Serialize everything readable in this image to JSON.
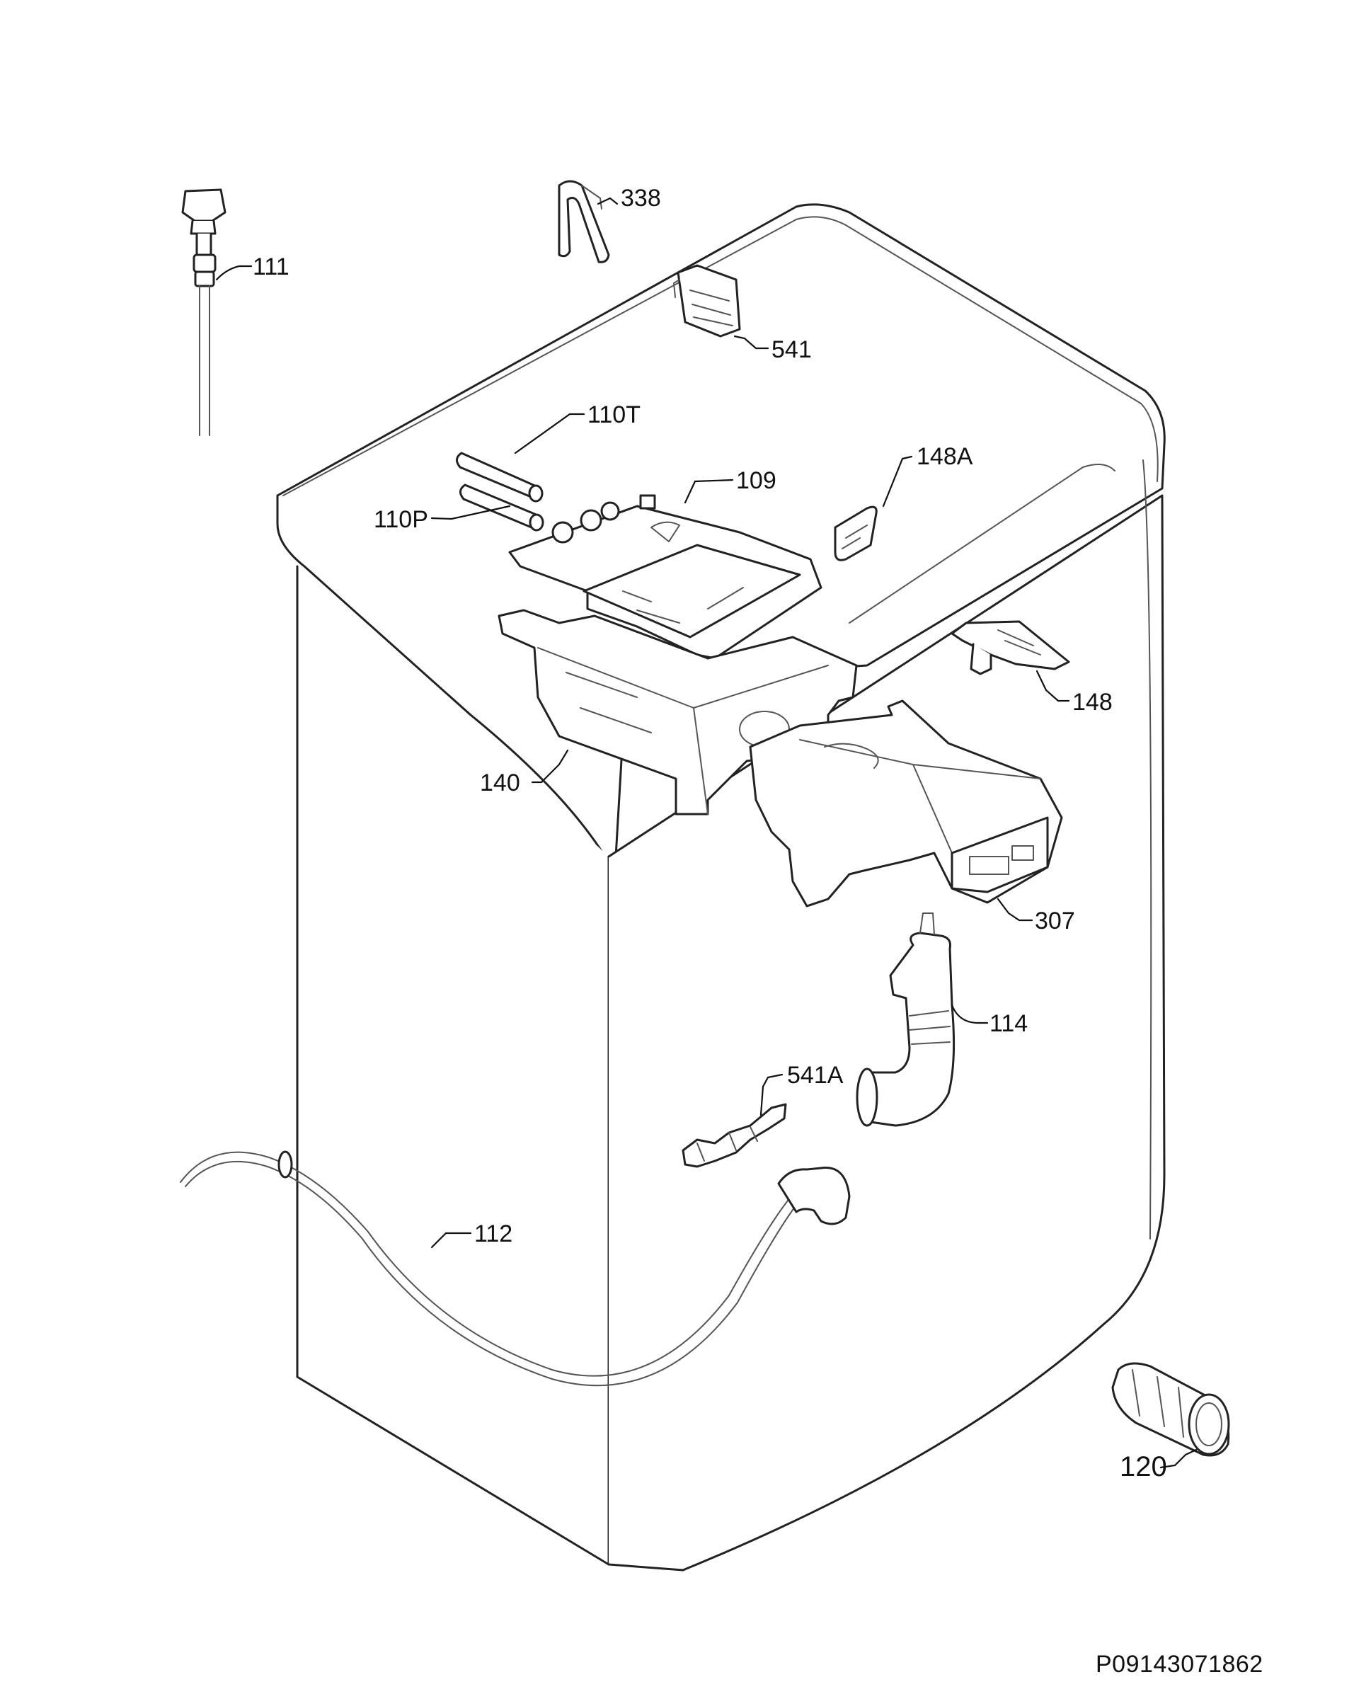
{
  "diagram": {
    "drawing_id": "P09143071862",
    "callouts": {
      "c338": "338",
      "c111": "111",
      "c541": "541",
      "c110T": "110T",
      "c148A": "148A",
      "c110P": "110P",
      "c109": "109",
      "c148": "148",
      "c140": "140",
      "c307": "307",
      "c114": "114",
      "c541A": "541A",
      "c112": "112",
      "c120": "120"
    }
  }
}
